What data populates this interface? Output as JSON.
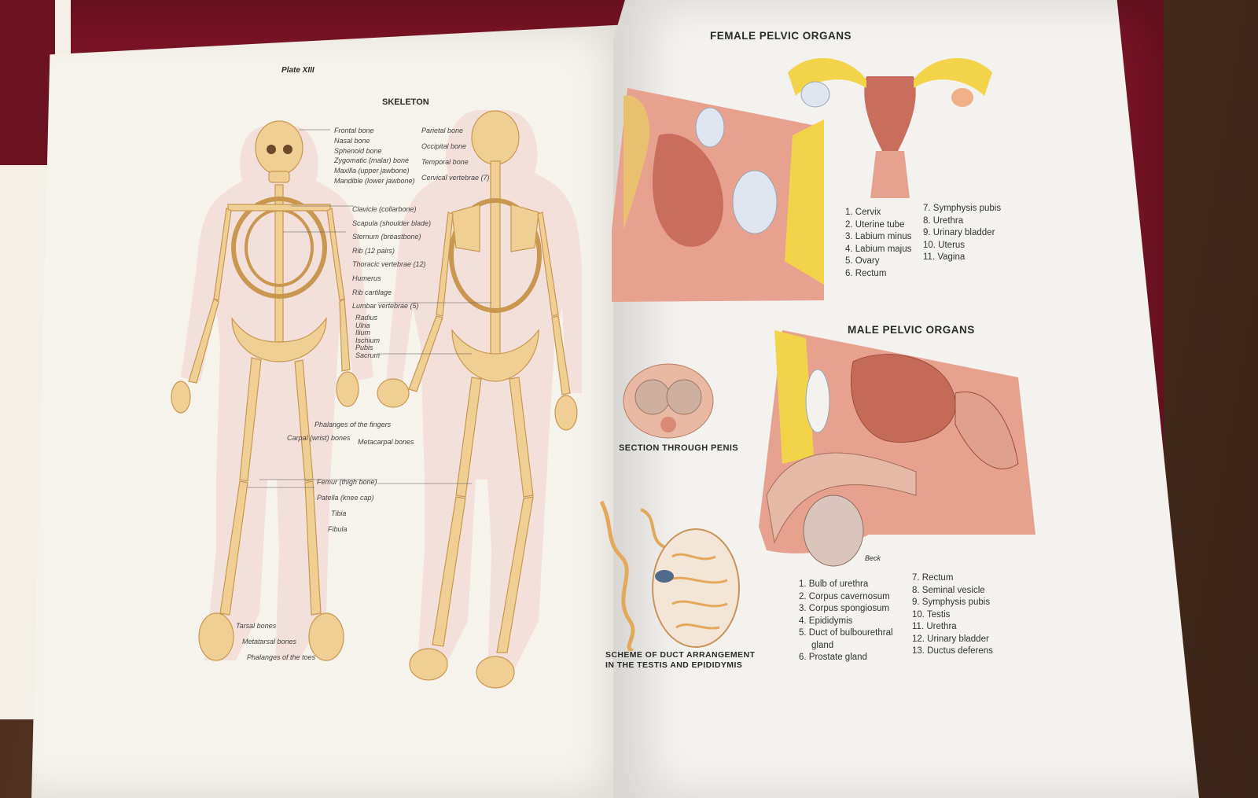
{
  "left_page": {
    "plate": "Plate XIII",
    "title": "SKELETON",
    "labels_front": [
      "Frontal bone",
      "Nasal bone",
      "Sphenoid bone",
      "Zygomatic (malar) bone",
      "Maxilla (upper jawbone)",
      "Mandible (lower jawbone)",
      "Clavicle (collarbone)",
      "Scapula (shoulder blade)",
      "Sternum (breastbone)",
      "Rib (12 pairs)",
      "Thoracic vertebrae (12)",
      "Humerus",
      "Rib cartilage",
      "Lumbar vertebrae (5)",
      "Radius",
      "Ulna",
      "Ilium",
      "Ischium",
      "Pubis",
      "Sacrum"
    ],
    "labels_back": [
      "Parietal bone",
      "Occipital bone",
      "Temporal bone",
      "Cervical vertebrae (7)"
    ],
    "labels_hand": [
      "Phalanges of the fingers",
      "Carpal (wrist) bones",
      "Metacarpal bones"
    ],
    "labels_leg": [
      "Femur (thigh bone)",
      "Patella (knee cap)",
      "Tibia",
      "Fibula"
    ],
    "labels_foot": [
      "Tarsal bones",
      "Metatarsal bones",
      "Phalanges of the toes"
    ]
  },
  "right_page": {
    "female_title": "FEMALE PELVIC ORGANS",
    "female_legend_col1": [
      "1. Cervix",
      "2. Uterine tube",
      "3. Labium minus",
      "4. Labium majus",
      "5. Ovary",
      "6. Rectum"
    ],
    "female_legend_col2": [
      "7. Symphysis pubis",
      "8. Urethra",
      "9. Urinary bladder",
      "10. Uterus",
      "11. Vagina"
    ],
    "male_title": "MALE PELVIC ORGANS",
    "penis_caption": "SECTION THROUGH PENIS",
    "testis_caption_1": "SCHEME OF DUCT ARRANGEMENT",
    "testis_caption_2": "IN THE TESTIS AND EPIDIDYMIS",
    "artist": "Beck",
    "male_legend_col1": [
      "1. Bulb of urethra",
      "2. Corpus cavernosum",
      "3. Corpus spongiosum",
      "4. Epididymis",
      "5. Duct of bulbourethral",
      "gland",
      "6. Prostate gland"
    ],
    "male_legend_col2": [
      "7. Rectum",
      "8. Seminal vesicle",
      "9. Symphysis pubis",
      "10. Testis",
      "11. Urethra",
      "12. Urinary bladder",
      "13. Ductus deferens"
    ]
  },
  "colors": {
    "cloth": "#7a1426",
    "paper": "#f6f3ec",
    "bone": "#f0cf95",
    "organ": "#e7a28f"
  }
}
